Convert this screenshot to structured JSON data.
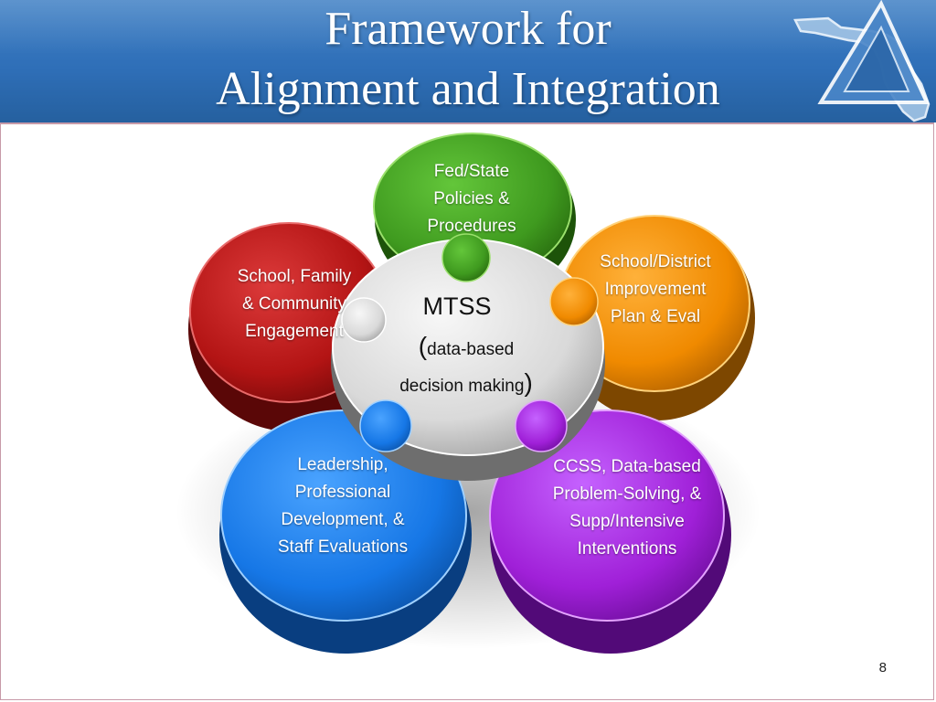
{
  "title": {
    "line1": "Framework for",
    "line2": "Alignment and Integration"
  },
  "center": {
    "name": "MTSS",
    "open_paren": "(",
    "line2": "data-based",
    "line3": "decision making",
    "close_paren": ")",
    "color": "#d9d9d9"
  },
  "petals": [
    {
      "id": "fed-state",
      "color": "#3f9a1f",
      "lines": [
        "Fed/State",
        "Policies &",
        "Procedures"
      ]
    },
    {
      "id": "school-district",
      "color": "#f08a00",
      "lines": [
        "School/District",
        "Improvement",
        "Plan & Eval"
      ]
    },
    {
      "id": "ccss",
      "color": "#a020d8",
      "lines": [
        "CCSS, Data-based",
        "Problem-Solving, &",
        "Supp/Intensive",
        "Interventions"
      ]
    },
    {
      "id": "leadership",
      "color": "#1677e6",
      "lines": [
        "Leadership,",
        "Professional",
        "Development, &",
        "Staff Evaluations"
      ]
    },
    {
      "id": "school-family",
      "color": "#b31414",
      "lines": [
        "School, Family",
        "& Community",
        "Engagement"
      ]
    }
  ],
  "header_color": "#2f6fb8",
  "slide_number": "8",
  "logo_icon": "florida-triangle-logo-icon"
}
